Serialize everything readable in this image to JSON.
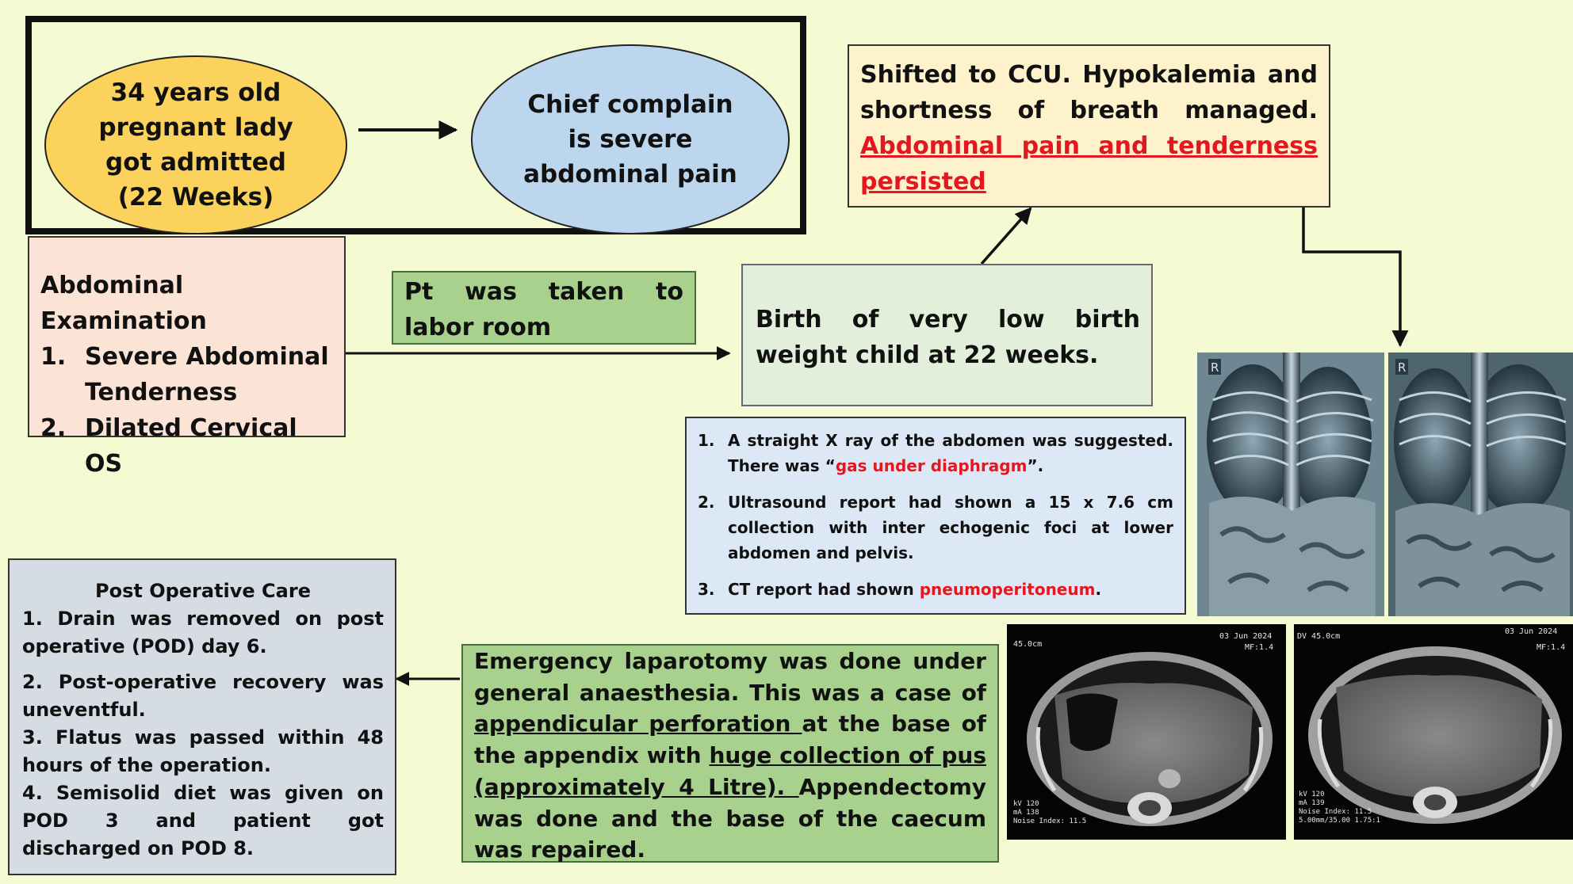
{
  "colors": {
    "background": "#f4fbd2",
    "ellipse_patient": "#fbd35c",
    "ellipse_complaint": "#bcd6ee",
    "exam_box": "#fbe4d6",
    "labor_box": "#a8d18d",
    "birth_box": "#e2efda",
    "ccu_box": "#fef2cc",
    "reports_box": "#dde8f7",
    "laparotomy_box": "#a8d18d",
    "postop_box": "#d6dce4",
    "highlight_red": "#e3171f"
  },
  "patient": {
    "line1": "34 years old",
    "line2": "pregnant lady",
    "line3": "got admitted",
    "line4": "(22 Weeks)"
  },
  "complaint": {
    "line1": "Chief complain",
    "line2": "is severe",
    "line3": "abdominal pain"
  },
  "exam": {
    "title": "Abdominal Examination",
    "items": [
      {
        "num": "1.",
        "text": "Severe Abdominal Tenderness"
      },
      {
        "num": "2.",
        "text": "Dilated Cervical OS"
      }
    ]
  },
  "labor": {
    "text": "Pt was taken to labor room"
  },
  "birth": {
    "text": "Birth of very low birth weight child at 22 weeks."
  },
  "ccu": {
    "text": "Shifted to CCU. Hypokalemia and shortness of breath managed.",
    "highlight": "Abdominal pain and tenderness persisted"
  },
  "reports": {
    "items": [
      {
        "num": "1.",
        "pre": "A straight X ray of the abdomen was suggested. There was “",
        "red": "gas under diaphragm",
        "post": "”."
      },
      {
        "num": "2.",
        "text": "Ultrasound report had shown a 15 x 7.6 cm collection with inter echogenic foci at lower abdomen and pelvis."
      },
      {
        "num": "3.",
        "pre": "CT report had shown ",
        "red": "pneumoperitoneum",
        "post": "."
      }
    ]
  },
  "laparotomy": {
    "part1": "Emergency laparotomy was done under general anaesthesia. This was a case of ",
    "underline1": "appendicular perforation ",
    "part2": "at the base of the appendix with ",
    "underline2": "huge collection of pus (approximately 4 Litre). ",
    "part3": "Appendectomy was done and the base of the caecum was repaired."
  },
  "postop": {
    "title": "Post Operative Care",
    "items": [
      "1. Drain was removed on post operative (POD) day 6.",
      "2. Post-operative recovery was uneventful.",
      "3. Flatus was passed within 48 hours of the operation.",
      "4. Semisolid diet was given on POD 3 and patient got discharged on POD 8."
    ]
  },
  "xray": {
    "marker_left": "R",
    "marker_right": "R"
  },
  "ct": {
    "left_tl": "45.0cm",
    "left_tr": "03 Jun 2024",
    "left_tr2": "MF:1.4",
    "left_bl": "kV 120\nmA 138\nNoise Index: 11.5",
    "right_tl": "DV 45.0cm",
    "right_tr": "03 Jun 2024",
    "right_tr2": "MF:1.4",
    "right_bl": "kV 120\nmA 139\nNoise Index: 11.5\n5.00mm/35.00 1.75:1"
  }
}
